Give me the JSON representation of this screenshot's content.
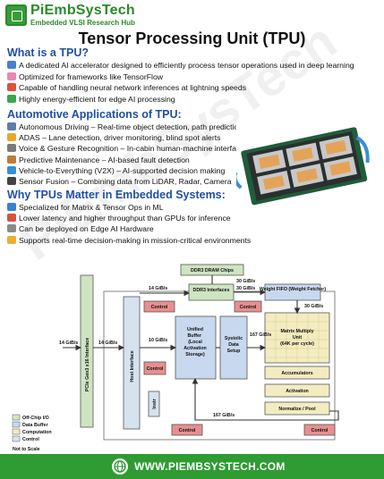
{
  "header": {
    "brand": "PiEmbSysTech",
    "tagline": "Embedded VLSI Research Hub",
    "logo_icon": "chip-icon"
  },
  "title": "Tensor Processing Unit (TPU)",
  "sections": {
    "what": {
      "heading": "What is a TPU?",
      "items": [
        {
          "icon": "magnifier-icon",
          "color": "#4a7fd0",
          "text": "A dedicated AI accelerator designed to efficiently process tensor operations used in deep learning"
        },
        {
          "icon": "brain-icon",
          "color": "#e58ab0",
          "text": "Optimized for frameworks like TensorFlow"
        },
        {
          "icon": "rocket-icon",
          "color": "#d9533d",
          "text": "Capable of handling neural network inferences at lightning speeds"
        },
        {
          "icon": "battery-icon",
          "color": "#3aa84a",
          "text": "Highly energy-efficient for edge AI processing"
        }
      ]
    },
    "auto": {
      "heading": "Automotive Applications of TPU:",
      "items": [
        {
          "icon": "car-icon",
          "color": "#5b7fa8",
          "text": "Autonomous Driving – Real-time object detection, path prediction"
        },
        {
          "icon": "warning-icon",
          "color": "#e8a72c",
          "text": "ADAS – Lane detection, driver monitoring, blind spot alerts"
        },
        {
          "icon": "speaker-icon",
          "color": "#7a7a7a",
          "text": "Voice & Gesture Recognition – In-cabin human-machine interface"
        },
        {
          "icon": "wrench-icon",
          "color": "#c07a3a",
          "text": "Predictive Maintenance – AI-based fault detection"
        },
        {
          "icon": "globe-icon",
          "color": "#3a8fd0",
          "text": "Vehicle-to-Everything (V2X) – AI-supported decision making"
        },
        {
          "icon": "camera-icon",
          "color": "#444444",
          "text": "Sensor Fusion – Combining data from LiDAR, Radar, Camera"
        }
      ]
    },
    "why": {
      "heading": "Why TPUs Matter in Embedded Systems:",
      "items": [
        {
          "icon": "check-icon",
          "color": "#3a7fd0",
          "text": "Specialized for Matrix & Tensor Ops in ML"
        },
        {
          "icon": "chart-down-icon",
          "color": "#d9533d",
          "text": "Lower latency and higher throughput than GPUs for inference"
        },
        {
          "icon": "wrench-icon",
          "color": "#8a8a8a",
          "text": "Can be deployed on Edge AI Hardware"
        },
        {
          "icon": "pin-icon",
          "color": "#e8b02c",
          "text": "Supports real-time decision-making in mission-critical environments"
        }
      ]
    }
  },
  "watermark": "PiEmbSysTech",
  "diagram": {
    "ddr3_chips": "DDR3 DRAM Chips",
    "ddr3_if": "DDR3 Interfaces",
    "weight_fifo": "Weight FIFO (Weight Fetcher)",
    "pcie": "PCIe Gen3 x16 Interface",
    "host_if": "Host Interface",
    "control": "Control",
    "unified_buffer": "Unified Buffer (Local Activation Storage)",
    "systolic": "Systolic Data Setup",
    "mmu": "Matrix Multiply Unit (64K per cycle)",
    "accumulators": "Accumulators",
    "activation": "Activation",
    "normalize": "Normalize / Pool",
    "instr": "Instr",
    "bw_14_top": "14 GiB/s",
    "bw_30_top": "30 GiB/s",
    "bw_30_mid": "30 GiB/s",
    "bw_30_right": "30 GiB/s",
    "bw_14_left": "14 GiB/s",
    "bw_14_host": "14 GiB/s",
    "bw_10": "10 GiB/s",
    "bw_167a": "167 GiB/s",
    "bw_167b": "167 GiB/s",
    "legend": [
      "Off-Chip I/O",
      "Data Buffer",
      "Computation",
      "Control"
    ],
    "legend_colors": [
      "#d4e4c4",
      "#c8d8ee",
      "#f3ecc0",
      "#d6e2ee"
    ],
    "not_to_scale": "Not to Scale"
  },
  "footer": {
    "url": "WWW.PIEMBSYSTECH.COM"
  }
}
